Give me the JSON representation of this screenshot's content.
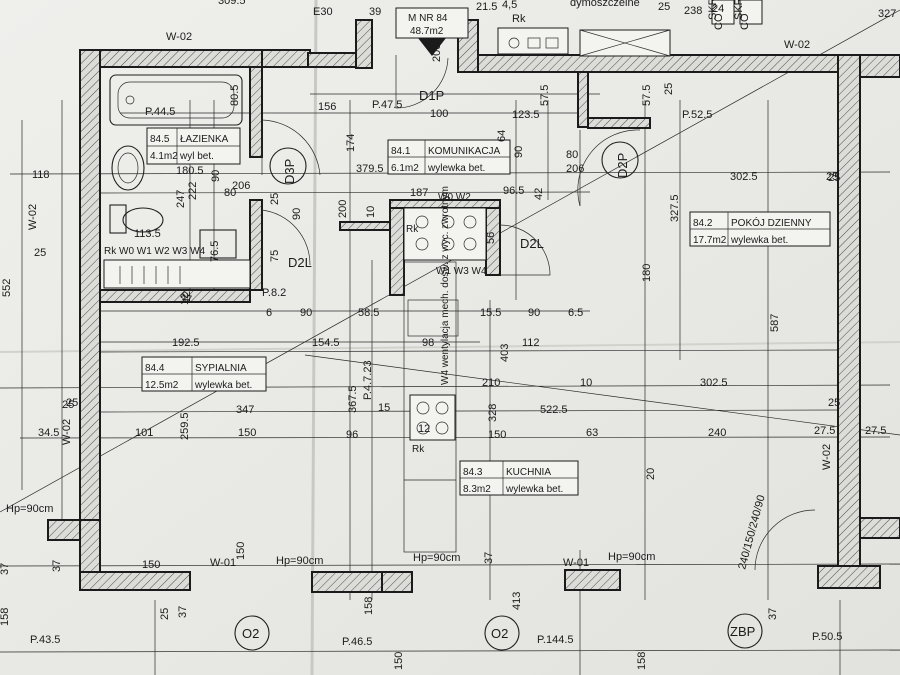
{
  "plan": {
    "apartment": {
      "name": "M NR 84",
      "area": "48.7m2"
    },
    "top_labels": [
      "309.5",
      "E30",
      "39",
      "21.5",
      "4,5",
      "25",
      "238",
      "24",
      "327",
      "dymoszczelne",
      "Rk",
      "SKR",
      "SKR",
      "CO",
      "CO"
    ],
    "wall_tags": [
      "W-02",
      "W-02",
      "W-02",
      "W-02",
      "W-01",
      "W-01",
      "W-02"
    ],
    "rooms": [
      {
        "id": "84.5",
        "name": "ŁAZIENKA",
        "area": "4.1m2",
        "finish": "wyl bet."
      },
      {
        "id": "84.1",
        "name": "KOMUNIKACJA",
        "area": "6.1m2",
        "finish": "wylewka bet."
      },
      {
        "id": "84.2",
        "name": "POKÓJ DZIENNY",
        "area": "17.7m2",
        "finish": "wylewka bet."
      },
      {
        "id": "84.4",
        "name": "SYPIALNIA",
        "area": "12.5m2",
        "finish": "wylewka bet."
      },
      {
        "id": "84.3",
        "name": "KUCHNIA",
        "area": "8.3m2",
        "finish": "wylewka bet."
      }
    ],
    "doors": [
      "D1P",
      "D3P",
      "D2P",
      "D2L",
      "D2L"
    ],
    "levels": [
      "P.44.5",
      "P.47.5",
      "P.52.5",
      "P.43.5",
      "P.46.5",
      "P.144.5",
      "P.50.5",
      "P.4.7.23",
      "P.8.2"
    ],
    "windows": [
      {
        "name": "O2",
        "sill": "Hp=90cm"
      },
      {
        "name": "O2",
        "sill": "Hp=90cm"
      },
      {
        "name": "ZBP",
        "sill": "Hp=90cm"
      }
    ],
    "left_sill": "Hp=90cm",
    "balcony_door": "240/150/240/90",
    "installations": {
      "bath": "Rk W0 W1 W2 W3 W4",
      "kitchen_top": "W0 W2",
      "kitchen": "W1 W3 W4",
      "vent_note": "W4 wentylacja mech. dośw. z wyc. zwrotnym",
      "hall": "Rk",
      "kitchen_rk": "Rk"
    },
    "dimensions": [
      "156",
      "100",
      "206",
      "123.5",
      "57.5",
      "57.5",
      "25",
      "80.5",
      "174",
      "379.5",
      "64",
      "90",
      "80",
      "206",
      "118",
      "180.5",
      "90",
      "80",
      "206",
      "187",
      "96.5",
      "56",
      "302.5",
      "327.5",
      "25",
      "222",
      "247",
      "113.5",
      "76.5",
      "75",
      "90",
      "25",
      "180",
      "552",
      "587",
      "12",
      "12",
      "6",
      "90",
      "58.5",
      "15.5",
      "90",
      "6.5",
      "192.5",
      "154.5",
      "98",
      "112",
      "25",
      "210",
      "10",
      "302.5",
      "25",
      "347",
      "15",
      "522.5",
      "34.5",
      "101",
      "150",
      "96",
      "150",
      "63",
      "240",
      "27.5",
      "27.5",
      "37",
      "150",
      "150",
      "37",
      "37",
      "158",
      "158",
      "158",
      "150",
      "37",
      "413",
      "403",
      "367.5",
      "328",
      "259.5",
      "20",
      "10",
      "200",
      "42",
      "12",
      "37",
      "37",
      "25",
      "25",
      "25",
      "25"
    ]
  }
}
